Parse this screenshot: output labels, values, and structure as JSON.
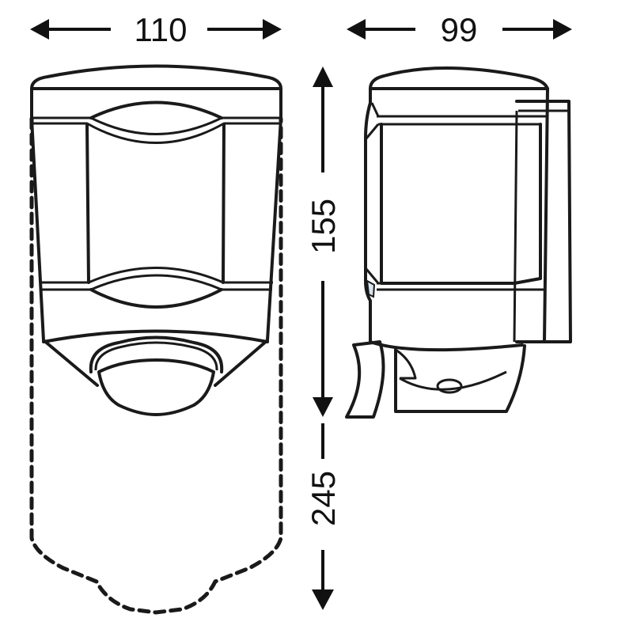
{
  "dimensions": {
    "width_front": "110",
    "depth_side": "99",
    "height_body": "155",
    "height_total": "245"
  },
  "colors": {
    "line": "#1a1a1a",
    "bevel_accent": "#d8e4ee"
  }
}
